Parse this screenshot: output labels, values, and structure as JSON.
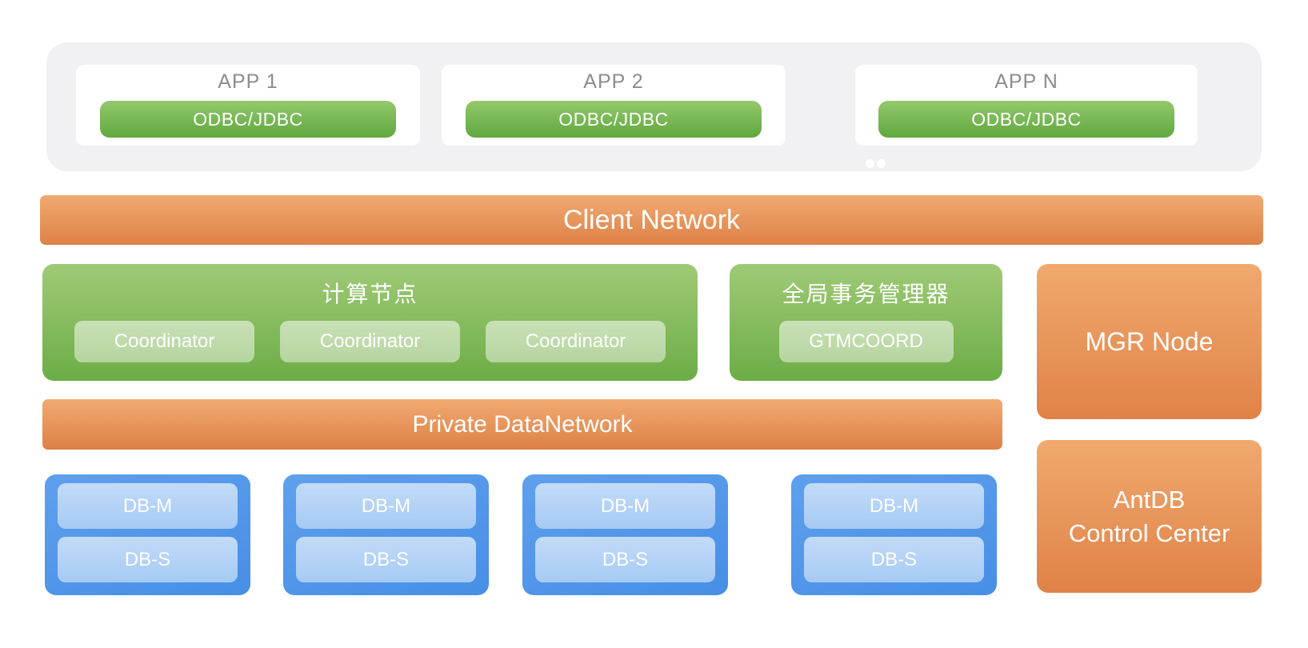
{
  "app_layer": {
    "apps": [
      {
        "name": "APP 1",
        "connector": "ODBC/JDBC"
      },
      {
        "name": "APP 2",
        "connector": "ODBC/JDBC"
      },
      {
        "name": "APP N",
        "connector": "ODBC/JDBC"
      }
    ]
  },
  "client_network": {
    "label": "Client Network"
  },
  "compute_node": {
    "title": "计算节点",
    "coordinators": [
      "Coordinator",
      "Coordinator",
      "Coordinator"
    ]
  },
  "gtm": {
    "title": "全局事务管理器",
    "button": "GTMCOORD"
  },
  "mgr_node": {
    "label": "MGR Node"
  },
  "private_network": {
    "label": "Private DataNetwork"
  },
  "data_node_groups": [
    {
      "master": "DB-M",
      "slave": "DB-S"
    },
    {
      "master": "DB-M",
      "slave": "DB-S"
    },
    {
      "master": "DB-M",
      "slave": "DB-S"
    },
    {
      "master": "DB-M",
      "slave": "DB-S"
    }
  ],
  "control_center": {
    "line1": "AntDB",
    "line2": "Control Center"
  },
  "colors": {
    "background": "#ffffff",
    "app_layer_bg": "#f1f1f3",
    "app_card_bg": "#ffffff",
    "app_title_text": "#8c8c8c",
    "green_button_top": "#93c96c",
    "green_button_bottom": "#60a73f",
    "green_box_top": "#9fca76",
    "green_box_bottom": "#6cad46",
    "light_green_pill": "#bfdaab",
    "orange_top": "#f1aa71",
    "orange_bottom": "#dd8147",
    "blue_group": "#4f95e9",
    "light_blue_pill": "#b4d2f6",
    "white_text": "#ffffff"
  }
}
